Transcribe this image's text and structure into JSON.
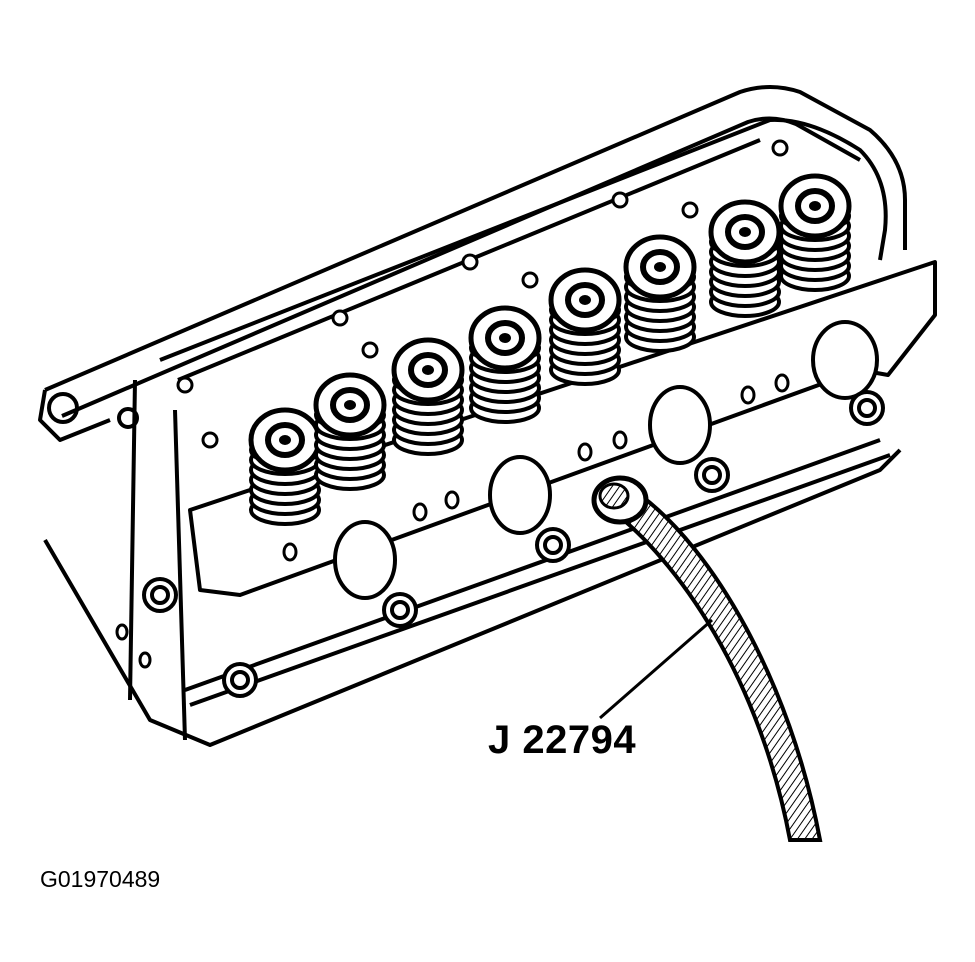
{
  "figure": {
    "tool_callout": "J 22794",
    "figure_id": "G01970489"
  },
  "colors": {
    "line": "#000000",
    "background": "#ffffff",
    "hose_fill": "#b8b8b8"
  },
  "icons": {
    "valve_spring": "coiled-spring",
    "tool": "air-hose-adapter"
  }
}
